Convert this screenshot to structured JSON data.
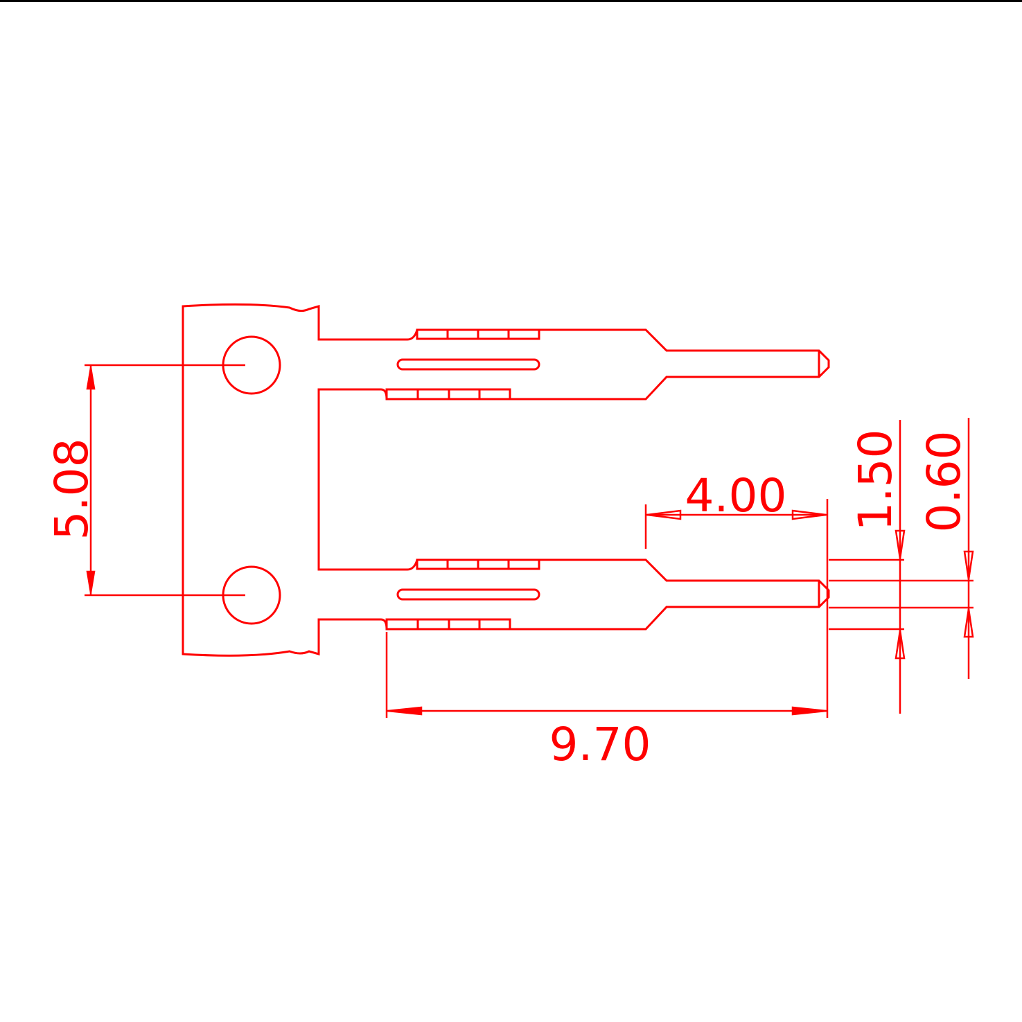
{
  "drawing": {
    "line_color": "#ff0000",
    "border_color": "#000000",
    "background": "#ffffff",
    "dimensions": {
      "pitch": "5.08",
      "overall_length": "9.70",
      "pin_length": "4.00",
      "contact_width": "1.50",
      "pin_thickness": "0.60"
    }
  }
}
